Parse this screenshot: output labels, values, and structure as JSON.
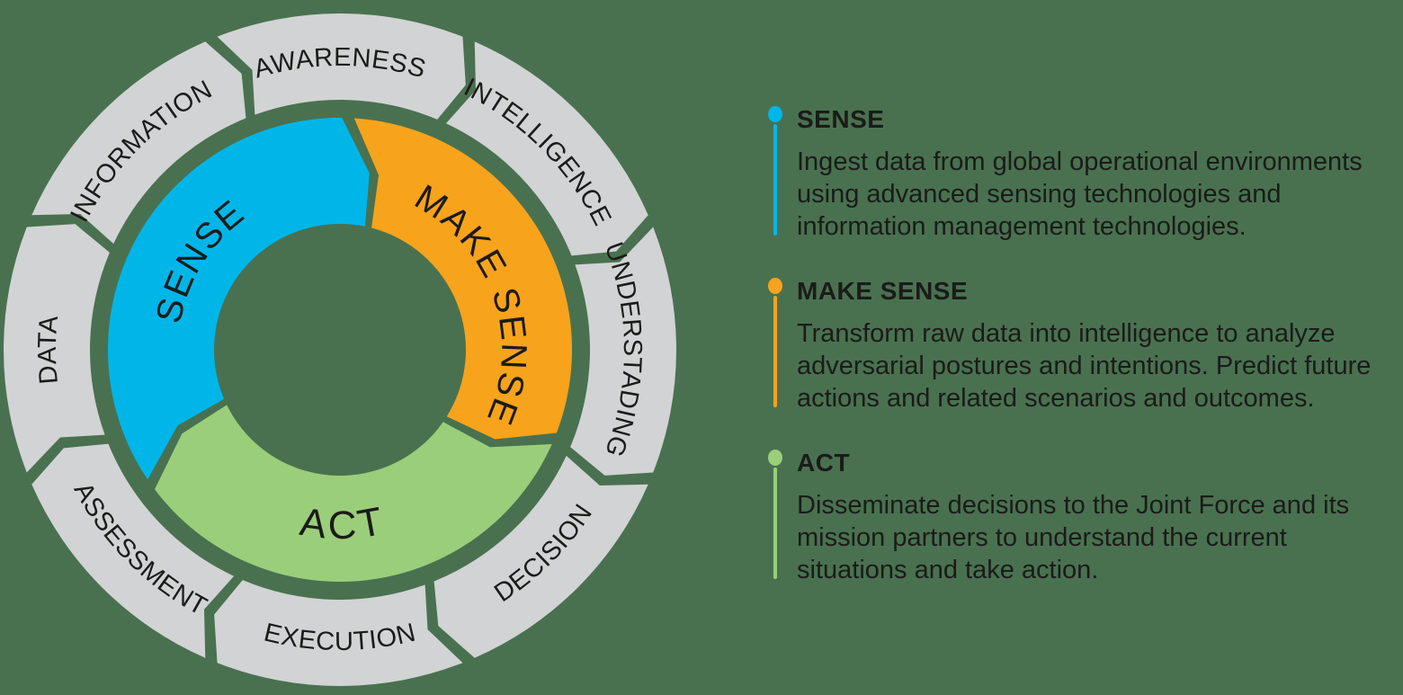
{
  "background_color": "#497150",
  "wheel": {
    "ring_color": "#D2D3D4",
    "label_color": "#1B1B19",
    "outer_segments": [
      {
        "label": "AWARENESS",
        "angle": -90,
        "flipped": false
      },
      {
        "label": "INTELLIGENCE",
        "angle": -45,
        "flipped": false
      },
      {
        "label": "UNDERSTADING",
        "angle": 0,
        "flipped": false
      },
      {
        "label": "DECISION",
        "angle": 45,
        "flipped": true
      },
      {
        "label": "EXECUTION",
        "angle": 90,
        "flipped": true
      },
      {
        "label": "ASSESSMENT",
        "angle": 135,
        "flipped": true
      },
      {
        "label": "DATA",
        "angle": 180,
        "flipped": false
      },
      {
        "label": "INFORMATION",
        "angle": -135,
        "flipped": false
      }
    ],
    "inner_segments": [
      {
        "label": "SENSE",
        "start_angle": 146,
        "end_angle": 270.5,
        "label_angle": 212,
        "color": "#00B6E8",
        "flipped": false
      },
      {
        "label": "MAKE SENSE",
        "start_angle": 273.5,
        "end_angle": 381,
        "label_angle": 341,
        "color": "#F8A31C",
        "flipped": false
      },
      {
        "label": "ACT",
        "start_angle": 24,
        "end_angle": 143,
        "label_angle": 89,
        "color": "#9BCE7A",
        "flipped": true
      }
    ]
  },
  "legend": {
    "items": [
      {
        "title": "SENSE",
        "color": "#00B6E8",
        "description": "Ingest data from global operational environments\nusing advanced sensing technologies and\ninformation management technologies."
      },
      {
        "title": "MAKE SENSE",
        "color": "#F8A31C",
        "description": "Transform raw data into intelligence to analyze\nadversarial postures and intentions. Predict future\nactions and related scenarios and outcomes."
      },
      {
        "title": "ACT",
        "color": "#9BCE7A",
        "description": "Disseminate decisions to the Joint Force and its\nmission partners to understand the current\nsituations and take action."
      }
    ]
  }
}
